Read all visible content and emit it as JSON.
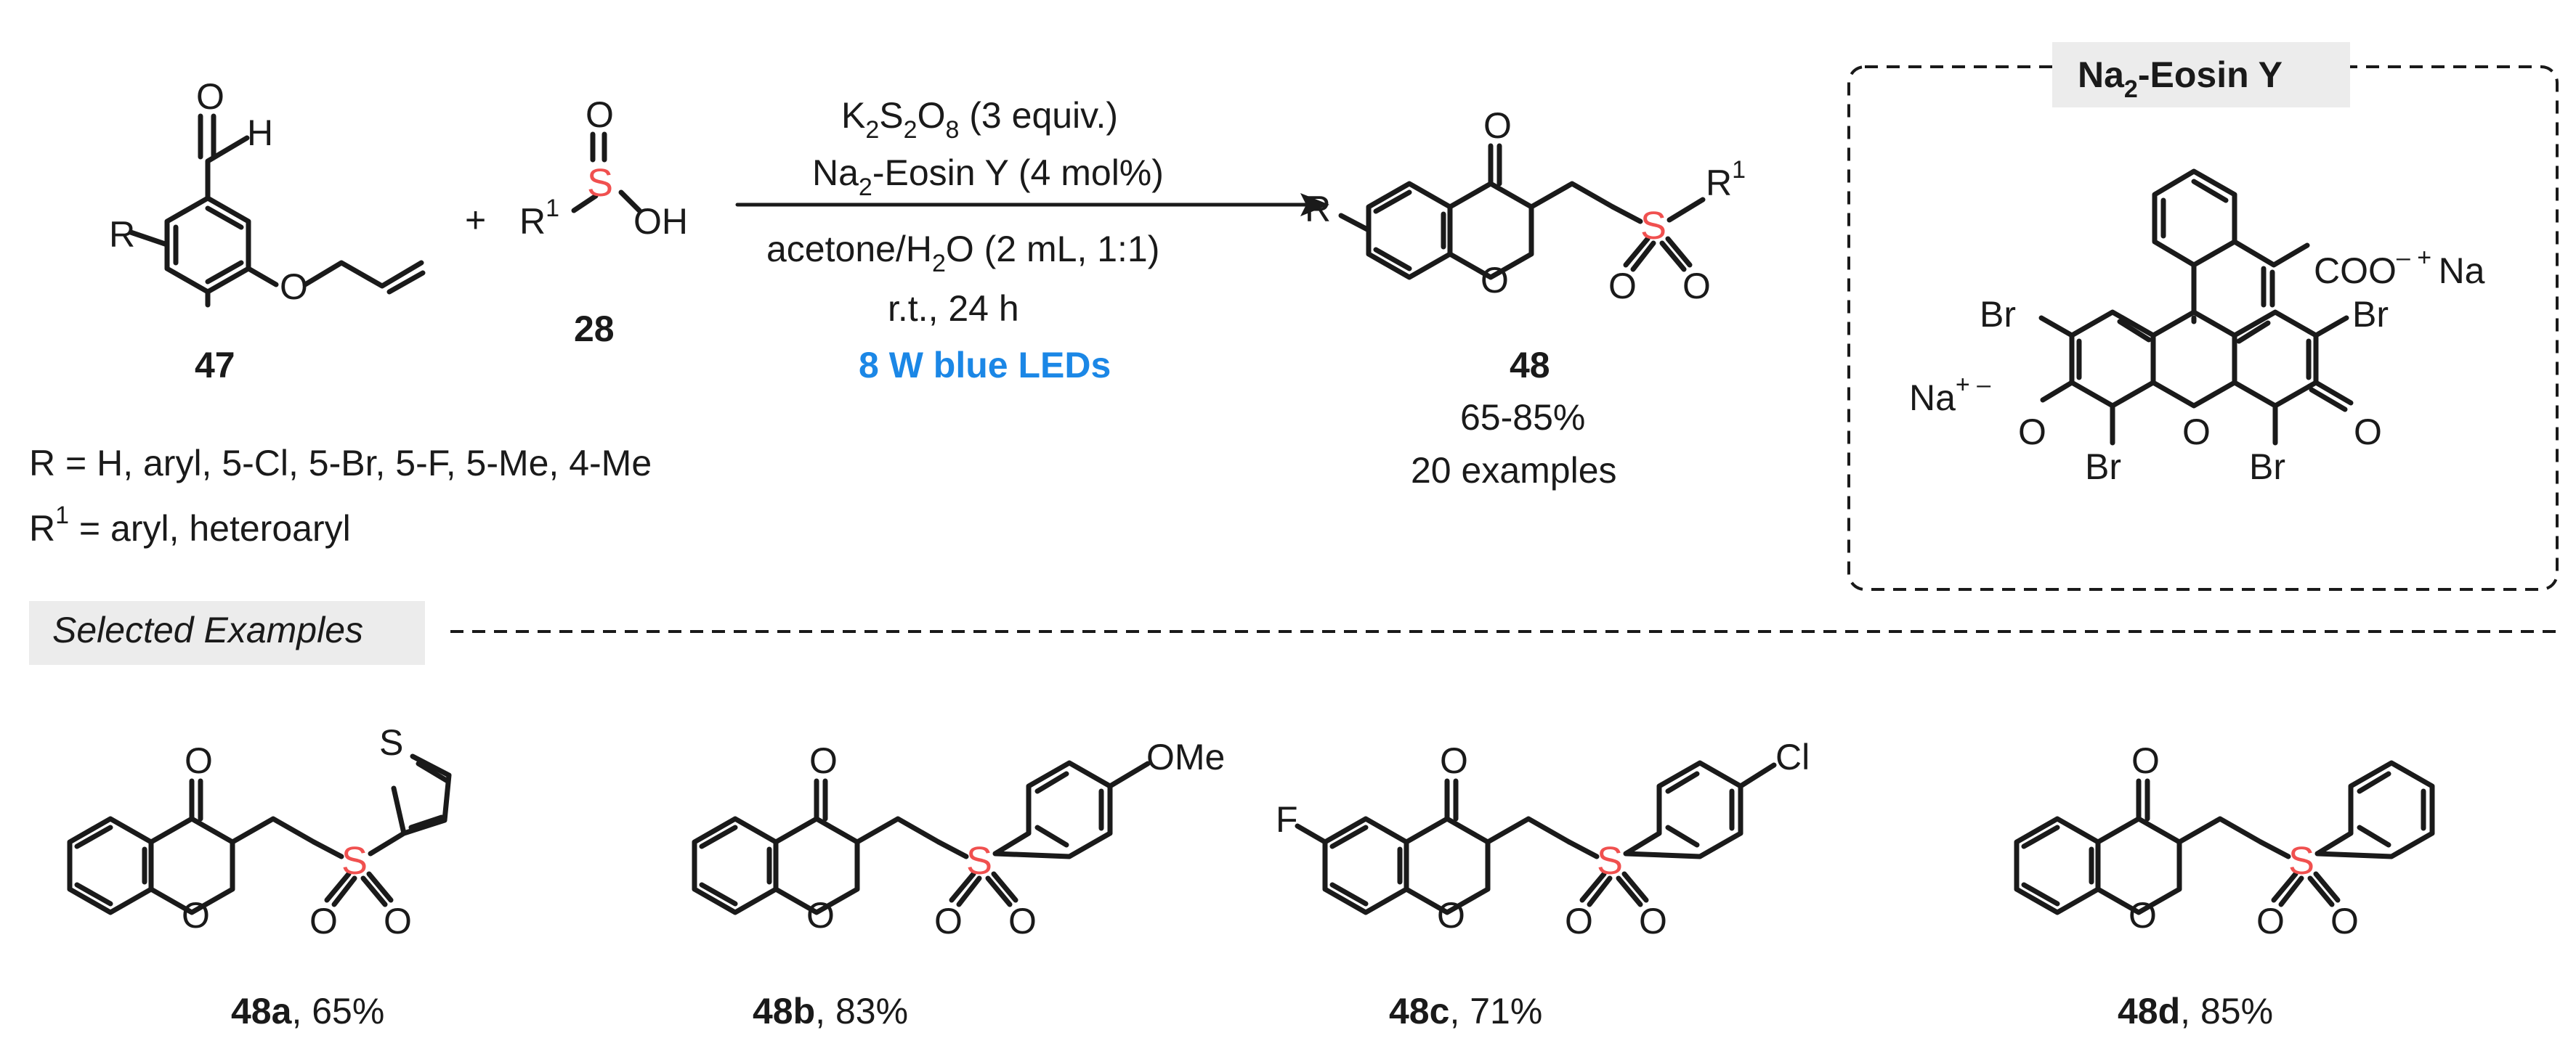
{
  "scheme": {
    "reactant1": {
      "label": "47",
      "r_group": "R",
      "aldehyde_O": "O",
      "aldehyde_H": "H",
      "ether_O": "O"
    },
    "plus": "+",
    "reactant2": {
      "label": "28",
      "r1": "R",
      "r1_sup": "1",
      "S": "S",
      "O_top": "O",
      "OH": "OH"
    },
    "conditions": {
      "line1_pre": "K",
      "line1_sub1": "2",
      "line1_mid1": "S",
      "line1_sub2": "2",
      "line1_mid2": "O",
      "line1_sub3": "8",
      "line1_post": " (3 equiv.)",
      "line2_pre": "Na",
      "line2_sub": "2",
      "line2_post": "-Eosin Y (4 mol%)",
      "line3_pre": "acetone/H",
      "line3_sub": "2",
      "line3_post": "O (2 mL, 1:1)",
      "line4": "r.t., 24 h",
      "line5": "8 W blue LEDs"
    },
    "product": {
      "label": "48",
      "yield": "65-85%",
      "examples": "20 examples",
      "r_group": "R",
      "r1": "R",
      "r1_sup": "1",
      "S": "S",
      "O": "O"
    },
    "scope": {
      "r_line": "R = H, aryl, 5-Cl, 5-Br, 5-F, 5-Me, 4-Me",
      "r1_pre": "R",
      "r1_sup": "1",
      "r1_post": " = aryl, heteroaryl"
    }
  },
  "catalyst": {
    "title_pre": "Na",
    "title_sub": "2",
    "title_post": "-Eosin Y",
    "coo": "COO",
    "coo_charge": "– + ",
    "na": "Na",
    "na_left": "Na",
    "na_left_charge": "+ –",
    "phenolate_O": "O",
    "ring_O": "O",
    "keto_O": "O",
    "br": "Br"
  },
  "selected": {
    "header": "Selected Examples",
    "items": [
      {
        "id": "48a",
        "yield": ", 65%",
        "substituent": "S"
      },
      {
        "id": "48b",
        "yield": ", 83%",
        "substituent": "OMe"
      },
      {
        "id": "48c",
        "yield": ", 71%",
        "substituent": "Cl",
        "ring_sub": "F"
      },
      {
        "id": "48d",
        "yield": ", 85%"
      }
    ]
  },
  "colors": {
    "sulfur": "#f0504f",
    "led": "#1b87e6",
    "box_bg": "#ececec"
  }
}
